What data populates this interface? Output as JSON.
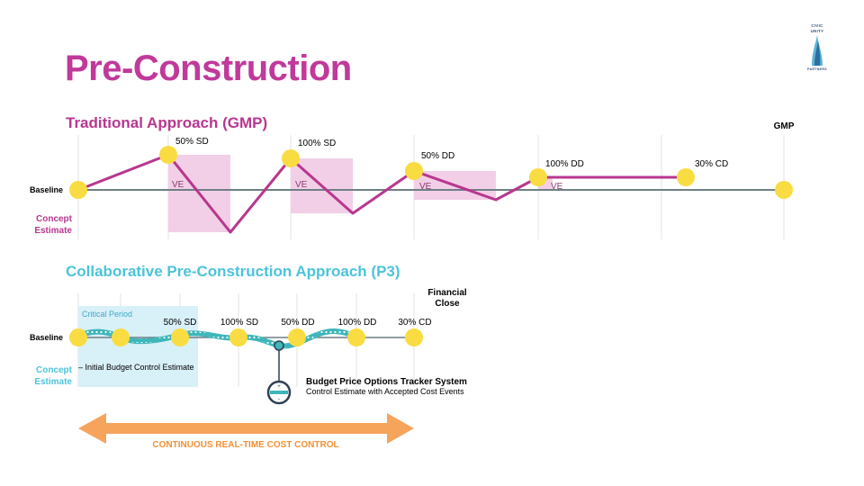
{
  "page_title": "Pre-Construction",
  "logo": {
    "line1": "CIVIC",
    "line2": "UNITY",
    "line3": "PARTNERS"
  },
  "traditional": {
    "heading": "Traditional Approach (GMP)",
    "baseline_label": "Baseline",
    "concept_line1": "Concept",
    "concept_line2": "Estimate",
    "gmp_label": "GMP",
    "milestones": [
      "50% SD",
      "100% SD",
      "50% DD",
      "100% DD",
      "30% CD"
    ],
    "ve_label": "VE"
  },
  "collaborative": {
    "heading": "Collaborative Pre-Construction Approach (P3)",
    "financial_close_line1": "Financial",
    "financial_close_line2": "Close",
    "critical_period": "Critical Period",
    "baseline_label": "Baseline",
    "concept_line1": "Concept",
    "concept_line2": "Estimate",
    "initial_budget_note": "– Initial Budget Control Estimate",
    "milestones": [
      "50% SD",
      "100% SD",
      "50% DD",
      "100% DD",
      "30% CD"
    ],
    "tracker_title": "Budget Price Options Tracker System",
    "tracker_subtitle": "Control Estimate with Accepted Cost Events",
    "cost_control_label": "CONTINUOUS REAL-TIME COST CONTROL"
  },
  "colors": {
    "magenta": "#b8378f",
    "teal": "#3fb6ba",
    "cyan_text": "#4cc3db",
    "yellow": "#f9dc41",
    "orange": "#f6a35c",
    "pink_box": "#f2cfe6",
    "blue_box": "#d8f0f7"
  }
}
